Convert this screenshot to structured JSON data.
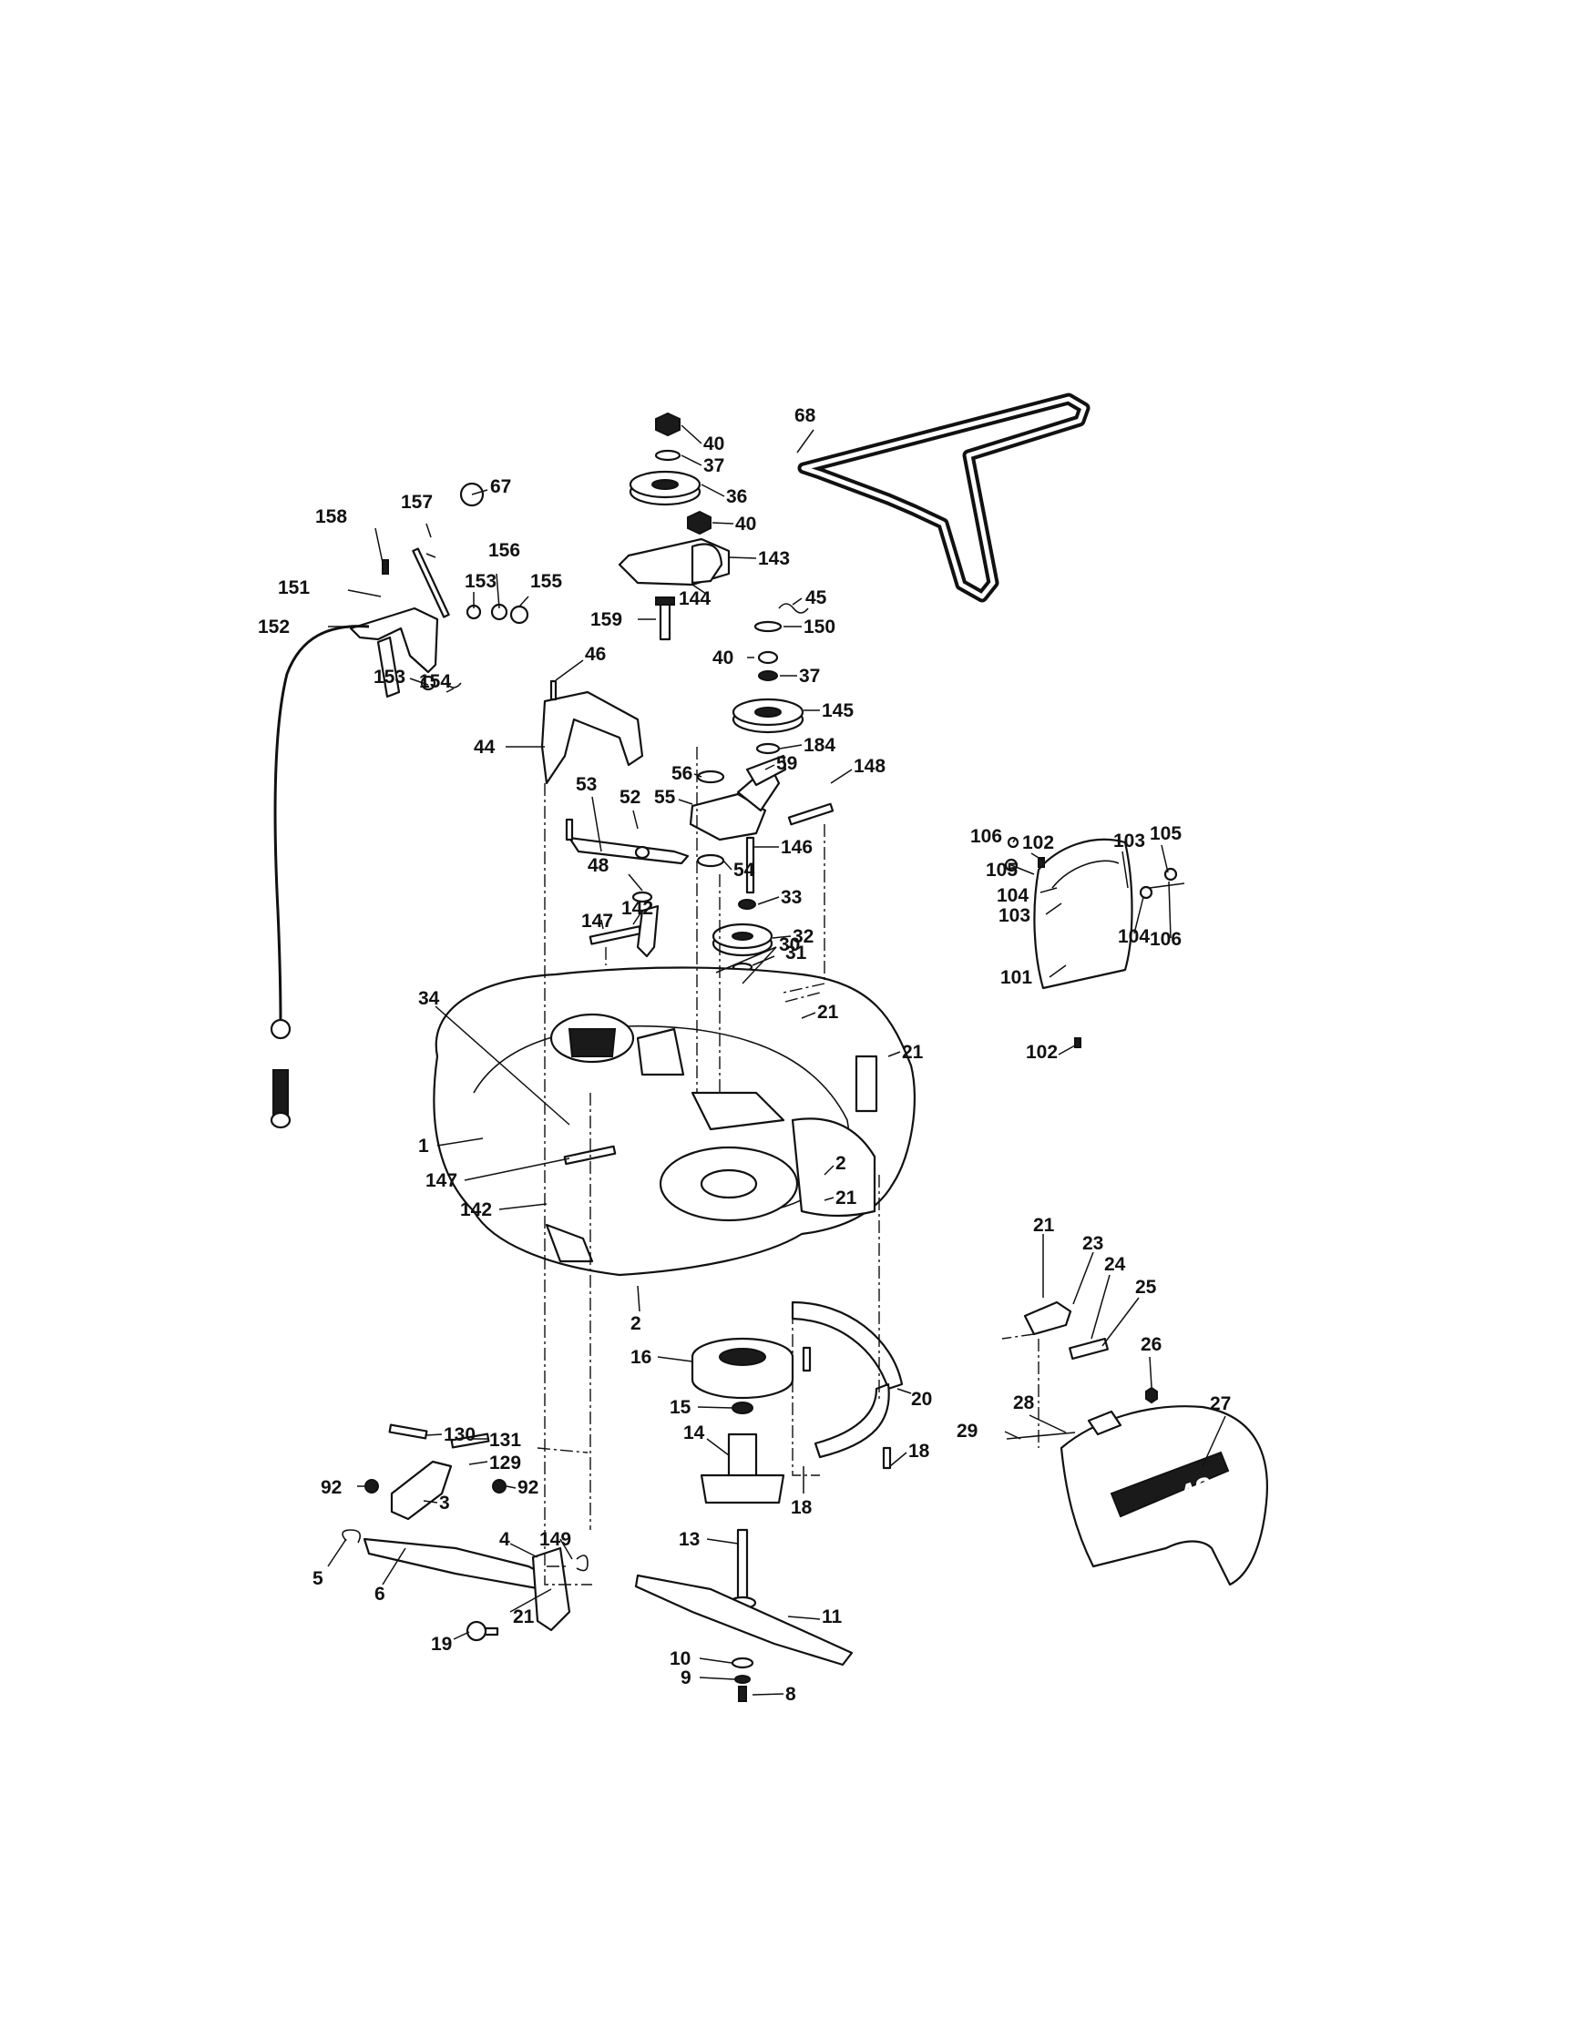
{
  "callouts": [
    {
      "label": "68"
    },
    {
      "label": "40"
    },
    {
      "label": "37"
    },
    {
      "label": "36"
    },
    {
      "label": "40"
    },
    {
      "label": "143"
    },
    {
      "label": "144"
    },
    {
      "label": "159"
    },
    {
      "label": "45"
    },
    {
      "label": "150"
    },
    {
      "label": "40"
    },
    {
      "label": "37"
    },
    {
      "label": "145"
    },
    {
      "label": "184"
    },
    {
      "label": "148"
    },
    {
      "label": "59"
    },
    {
      "label": "56"
    },
    {
      "label": "55"
    },
    {
      "label": "146"
    },
    {
      "label": "54"
    },
    {
      "label": "33"
    },
    {
      "label": "32"
    },
    {
      "label": "31"
    },
    {
      "label": "30"
    },
    {
      "label": "21"
    },
    {
      "label": "21"
    },
    {
      "label": "157"
    },
    {
      "label": "67"
    },
    {
      "label": "158"
    },
    {
      "label": "156"
    },
    {
      "label": "151"
    },
    {
      "label": "153"
    },
    {
      "label": "155"
    },
    {
      "label": "152"
    },
    {
      "label": "153"
    },
    {
      "label": "154"
    },
    {
      "label": "46"
    },
    {
      "label": "44"
    },
    {
      "label": "53"
    },
    {
      "label": "52"
    },
    {
      "label": "48"
    },
    {
      "label": "147"
    },
    {
      "label": "142"
    },
    {
      "label": "34"
    },
    {
      "label": "1"
    },
    {
      "label": "147"
    },
    {
      "label": "142"
    },
    {
      "label": "2"
    },
    {
      "label": "21"
    },
    {
      "label": "2"
    },
    {
      "label": "16"
    },
    {
      "label": "15"
    },
    {
      "label": "14"
    },
    {
      "label": "13"
    },
    {
      "label": "11"
    },
    {
      "label": "10"
    },
    {
      "label": "9"
    },
    {
      "label": "8"
    },
    {
      "label": "18"
    },
    {
      "label": "18"
    },
    {
      "label": "20"
    },
    {
      "label": "130"
    },
    {
      "label": "131"
    },
    {
      "label": "129"
    },
    {
      "label": "92"
    },
    {
      "label": "92"
    },
    {
      "label": "3"
    },
    {
      "label": "4"
    },
    {
      "label": "149"
    },
    {
      "label": "5"
    },
    {
      "label": "6"
    },
    {
      "label": "19"
    },
    {
      "label": "21"
    },
    {
      "label": "106"
    },
    {
      "label": "102"
    },
    {
      "label": "103"
    },
    {
      "label": "105"
    },
    {
      "label": "105"
    },
    {
      "label": "104"
    },
    {
      "label": "103"
    },
    {
      "label": "101"
    },
    {
      "label": "104"
    },
    {
      "label": "106"
    },
    {
      "label": "102"
    },
    {
      "label": "21"
    },
    {
      "label": "23"
    },
    {
      "label": "24"
    },
    {
      "label": "25"
    },
    {
      "label": "26"
    },
    {
      "label": "28"
    },
    {
      "label": "29"
    },
    {
      "label": "27"
    }
  ],
  "deck_marking": "42"
}
